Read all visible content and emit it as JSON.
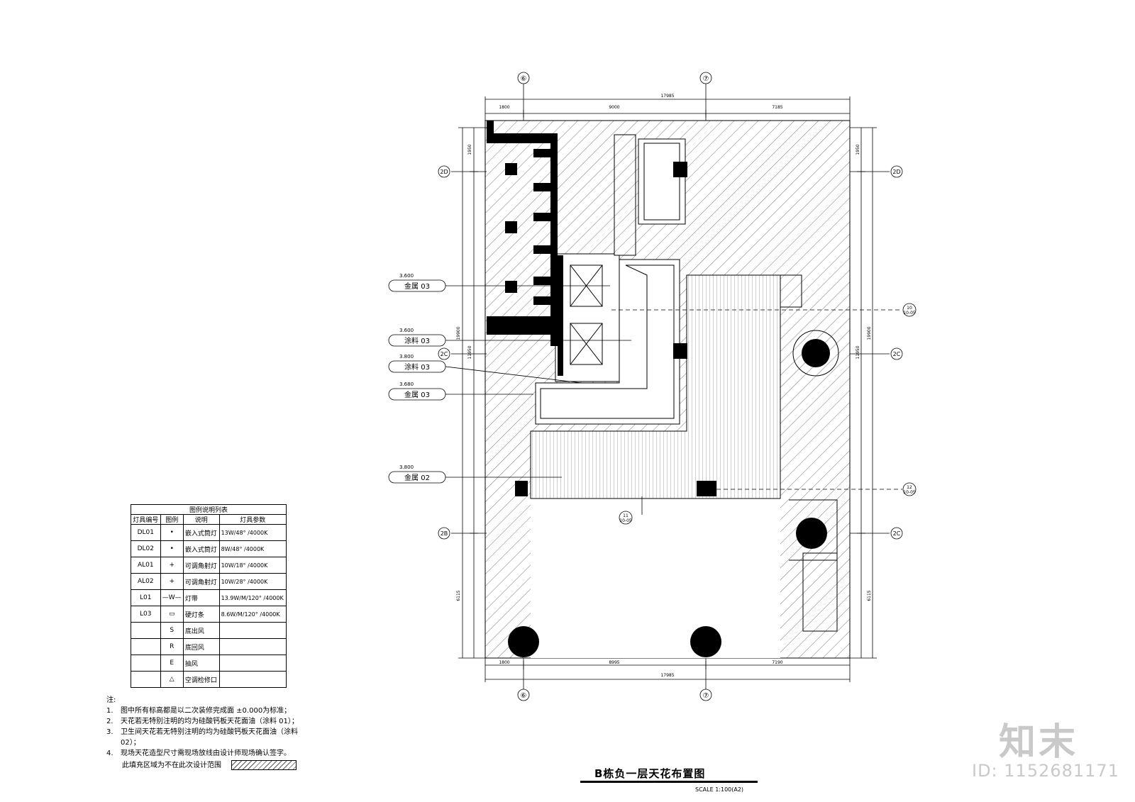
{
  "grid_axes": {
    "top_left": "⑥",
    "top_right": "⑦",
    "bottom_left": "⑥",
    "bottom_right": "⑦",
    "row_2D": "2D",
    "row_2C": "2C",
    "row_2B": "2B"
  },
  "dimensions": {
    "top_total": "17985",
    "top_seg1": "1800",
    "top_seg2": "9000",
    "top_seg3": "7185",
    "bottom_total": "17985",
    "bottom_seg1": "1800",
    "bottom_seg2": "8995",
    "bottom_seg3": "7190",
    "left_1": "1950",
    "left_2": "19900",
    "left_3": "11950",
    "left_4": "6115",
    "right_1": "1950",
    "right_2": "19900",
    "right_3": "11950",
    "right_4": "6115"
  },
  "ceiling_tags": [
    {
      "height": "3.600",
      "material": "金属 03"
    },
    {
      "height": "3.600",
      "material": "涂料 03"
    },
    {
      "height": "3.800",
      "material": "涂料 03"
    },
    {
      "height": "3.680",
      "material": "金属 03"
    },
    {
      "height": "3.800",
      "material": "金属 02"
    }
  ],
  "section_markers": [
    {
      "num": "10",
      "sheet": "10-05"
    },
    {
      "num": "11",
      "sheet": "10-05"
    },
    {
      "num": "12",
      "sheet": "10-05"
    }
  ],
  "legend": {
    "caption": "图例说明列表",
    "headers": [
      "灯具编号",
      "图例",
      "说明",
      "灯具参数"
    ],
    "rows": [
      {
        "code": "DL01",
        "symbol": "•",
        "desc": "嵌入式筒灯",
        "param": "13W/48° /4000K"
      },
      {
        "code": "DL02",
        "symbol": "•",
        "desc": "嵌入式筒灯",
        "param": "8W/48° /4000K"
      },
      {
        "code": "AL01",
        "symbol": "+",
        "desc": "可调角射灯",
        "param": "10W/18° /4000K"
      },
      {
        "code": "AL02",
        "symbol": "+",
        "desc": "可调角射灯",
        "param": "10W/28° /4000K"
      },
      {
        "code": "L01",
        "symbol": "—W—",
        "desc": "灯带",
        "param": "13.9W/M/120° /4000K"
      },
      {
        "code": "L03",
        "symbol": "▭",
        "desc": "硬灯条",
        "param": "8.6W/M/120° /4000K"
      },
      {
        "code": "",
        "symbol": "S",
        "desc": "底出风",
        "param": ""
      },
      {
        "code": "",
        "symbol": "R",
        "desc": "底回风",
        "param": ""
      },
      {
        "code": "",
        "symbol": "E",
        "desc": "抽风",
        "param": ""
      },
      {
        "code": "",
        "symbol": "△",
        "desc": "空调检修口",
        "param": ""
      }
    ]
  },
  "notes": {
    "heading": "注:",
    "items": [
      {
        "num": "1.",
        "text": "图中所有标高都是以二次装修完成面 ±0.000为标准；"
      },
      {
        "num": "2.",
        "text": "天花若无特别注明的均为硅酸钙板天花面油（涂料 01）；"
      },
      {
        "num": "3.",
        "text": "卫生间天花若无特别注明的均为硅酸钙板天花面油（涂料"
      },
      {
        "num": "",
        "text": "02）；"
      },
      {
        "num": "4.",
        "text": "现场天花造型尺寸需现场放线由设计师现场确认签字。"
      }
    ],
    "hatch_label": "此填充区域为不在此次设计范围"
  },
  "drawing": {
    "title": "B栋负一层天花布置图",
    "scale": "SCALE 1:100(A2)"
  },
  "watermark": {
    "brand": "知末",
    "id": "ID: 1152681171"
  }
}
